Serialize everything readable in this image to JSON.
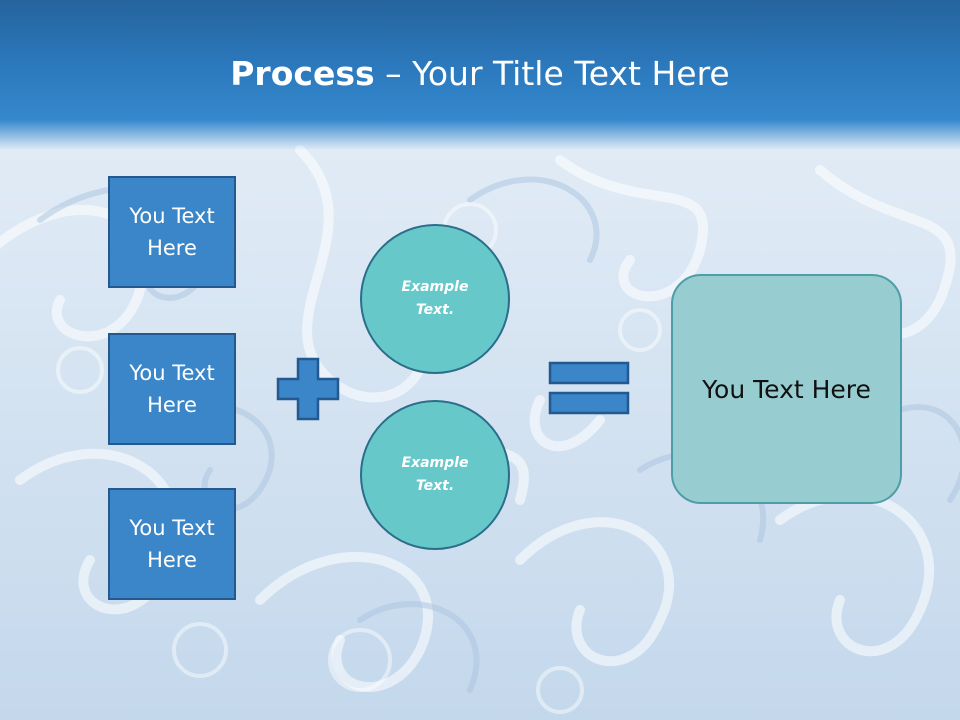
{
  "slide": {
    "title_strong": "Process",
    "title_rest": " – Your Title Text Here",
    "inputs": [
      {
        "label": "You Text Here"
      },
      {
        "label": "You Text Here"
      },
      {
        "label": "You Text Here"
      }
    ],
    "circles": [
      {
        "label": "Example Text."
      },
      {
        "label": "Example Text."
      }
    ],
    "result_label": "You Text Here"
  },
  "colors": {
    "header": "#2c79bd",
    "box_fill": "#3a86c8",
    "box_border": "#23598f",
    "circle_fill": "#66c8c9",
    "result_fill": "#97cdd0",
    "symbol_fill": "#3a86c8"
  },
  "icons": [
    "plus-icon",
    "equals-icon"
  ]
}
